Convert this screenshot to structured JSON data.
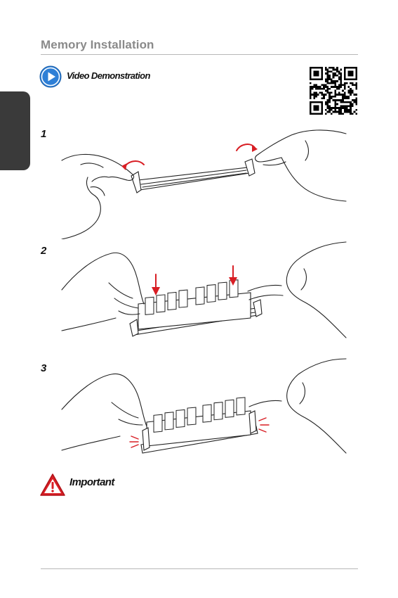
{
  "header": {
    "title": "Memory Installation"
  },
  "video": {
    "label": "Video Demonstration",
    "icon": "play-circle-icon"
  },
  "qr": {
    "icon": "qr-code-icon"
  },
  "steps": [
    {
      "number": "1"
    },
    {
      "number": "2"
    },
    {
      "number": "3"
    }
  ],
  "important": {
    "label": "Important",
    "icon": "warning-triangle-icon"
  },
  "colors": {
    "accent_blue": "#2e7fd6",
    "arrow_red": "#d81e24",
    "tab": "#3a3a3a"
  }
}
